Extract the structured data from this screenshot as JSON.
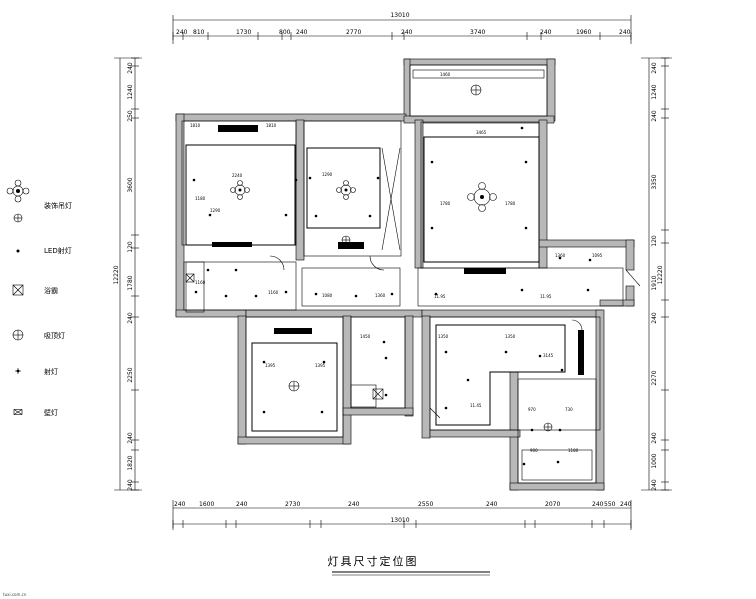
{
  "title": "灯具尺寸定位图",
  "overall": {
    "top": "13010",
    "bottom": "13010",
    "left": "12220",
    "right": "12220"
  },
  "top_dims": [
    "240",
    "810",
    "1730",
    "800",
    "240",
    "2770",
    "240",
    "3740",
    "240",
    "1960",
    "240"
  ],
  "bottom_dims": [
    "240",
    "1600",
    "240",
    "2730",
    "240",
    "2550",
    "240",
    "2070",
    "240",
    "550",
    "240"
  ],
  "left_dims": [
    "240",
    "1240",
    "250",
    "3600",
    "120",
    "1780",
    "240",
    "2250",
    "240",
    "1820",
    "240"
  ],
  "right_dims": [
    "240",
    "1240",
    "240",
    "3350",
    "120",
    "1910",
    "240",
    "2270",
    "240",
    "1000",
    "240"
  ],
  "room_dims": {
    "d1": "1810",
    "d2": "1810",
    "d3": "2240",
    "d4": "1180",
    "d5": "1290",
    "d6": "1290",
    "d7": "3465",
    "d8": "1780",
    "d9": "1780",
    "d10": "1160",
    "d11": "1160",
    "d12": "1080",
    "d13": "1360",
    "d14": "11.95",
    "d15": "11.95",
    "d16": "1360",
    "d17": "1095",
    "d18": "1395",
    "d19": "1395",
    "d20": "3145",
    "d21": "11.45",
    "d22": "1350",
    "d23": "1350",
    "d24": "1450",
    "d25": "970",
    "d26": "730",
    "d27": "1460",
    "d28": "900",
    "d29": "1180"
  },
  "legend": [
    {
      "icon": "pendant-lamp-icon",
      "label": "装饰吊灯"
    },
    {
      "icon": "led-downlight-icon",
      "label": "LED射灯"
    },
    {
      "icon": "exhaust-fan-icon",
      "label": "浴霸"
    },
    {
      "icon": "ceiling-lamp-icon",
      "label": "吸顶灯"
    },
    {
      "icon": "spotlight-icon",
      "label": "射灯"
    },
    {
      "icon": "wall-lamp-icon",
      "label": "壁灯"
    }
  ],
  "footer": "tuxi.com.cn"
}
